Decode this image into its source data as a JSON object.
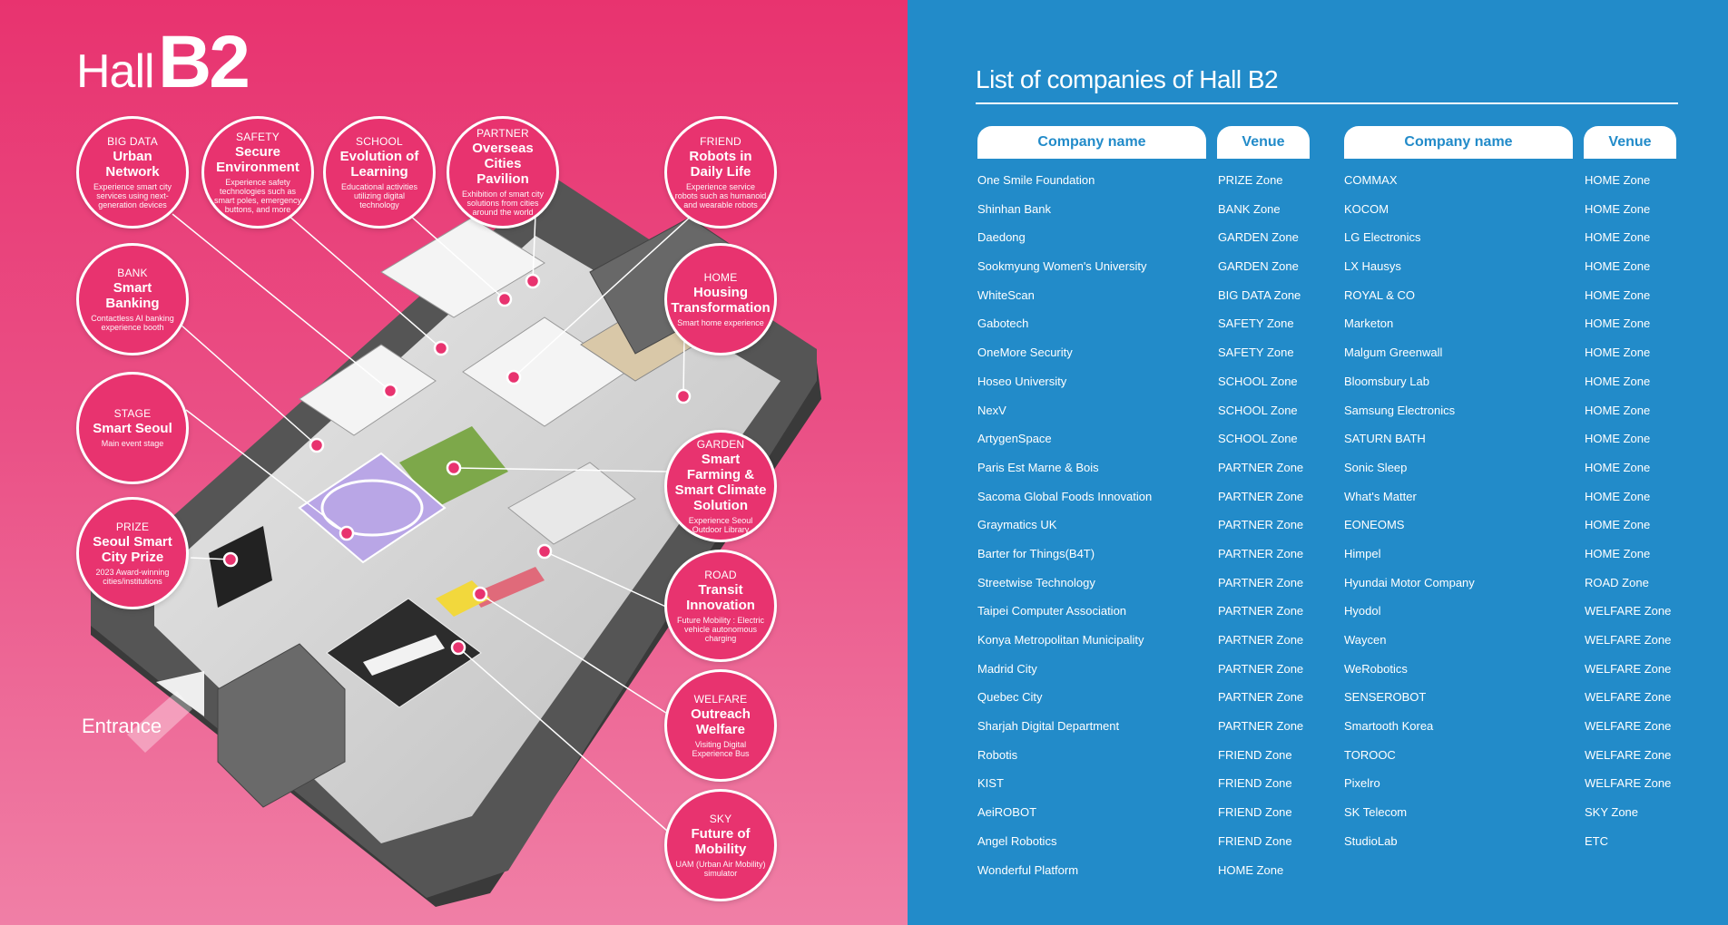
{
  "left": {
    "title_prefix": "Hall",
    "title_main": "B2",
    "entrance": "Entrance"
  },
  "zones": [
    {
      "category": "BIG DATA",
      "title": "Urban Network",
      "desc": "Experience smart city services using next-generation devices"
    },
    {
      "category": "SAFETY",
      "title": "Secure Environment",
      "desc": "Experience safety technologies such as smart poles, emergency buttons, and more"
    },
    {
      "category": "SCHOOL",
      "title": "Evolution of Learning",
      "desc": "Educational activities utilizing digital technology"
    },
    {
      "category": "PARTNER",
      "title": "Overseas Cities Pavilion",
      "desc": "Exhibition of smart city solutions from cities around the world"
    },
    {
      "category": "FRIEND",
      "title": "Robots in Daily Life",
      "desc": "Experience service robots such as humanoid and wearable robots"
    },
    {
      "category": "BANK",
      "title": "Smart Banking",
      "desc": "Contactless AI banking experience booth"
    },
    {
      "category": "HOME",
      "title": "Housing Transformation",
      "desc": "Smart home experience"
    },
    {
      "category": "STAGE",
      "title": "Smart Seoul",
      "desc": "Main event stage"
    },
    {
      "category": "GARDEN",
      "title": "Smart Farming & Smart Climate Solution",
      "desc": "Experience Seoul Outdoor Library"
    },
    {
      "category": "PRIZE",
      "title": "Seoul Smart City Prize",
      "desc": "2023 Award-winning cities/institutions"
    },
    {
      "category": "ROAD",
      "title": "Transit Innovation",
      "desc": "Future Mobility : Electric vehicle autonomous charging"
    },
    {
      "category": "WELFARE",
      "title": "Outreach Welfare",
      "desc": "Visiting Digital Experience Bus"
    },
    {
      "category": "SKY",
      "title": "Future of Mobility",
      "desc": "UAM (Urban Air Mobility) simulator"
    }
  ],
  "right": {
    "title": "List of companies of Hall B2",
    "headers": {
      "company": "Company name",
      "venue": "Venue"
    },
    "left_companies": [
      "One Smile Foundation",
      "Shinhan Bank",
      "Daedong",
      "Sookmyung Women's University",
      "WhiteScan",
      "Gabotech",
      "OneMore Security",
      "Hoseo University",
      "NexV",
      "ArtygenSpace",
      "Paris Est Marne & Bois",
      "Sacoma Global Foods Innovation",
      "Graymatics UK",
      "Barter for Things(B4T)",
      "Streetwise Technology",
      "Taipei Computer Association",
      "Konya Metropolitan Municipality",
      "Madrid City",
      "Quebec City",
      "Sharjah Digital Department",
      "Robotis",
      "KIST",
      "AeiROBOT",
      "Angel Robotics",
      "Wonderful Platform"
    ],
    "left_venues": [
      "PRIZE Zone",
      "BANK Zone",
      "GARDEN Zone",
      "GARDEN Zone",
      "BIG DATA Zone",
      "SAFETY Zone",
      "SAFETY Zone",
      "SCHOOL Zone",
      "SCHOOL Zone",
      "SCHOOL Zone",
      "PARTNER Zone",
      "PARTNER Zone",
      "PARTNER Zone",
      "PARTNER Zone",
      "PARTNER Zone",
      "PARTNER Zone",
      "PARTNER Zone",
      "PARTNER Zone",
      "PARTNER Zone",
      "PARTNER Zone",
      "FRIEND Zone",
      "FRIEND Zone",
      "FRIEND Zone",
      "FRIEND Zone",
      "HOME Zone"
    ],
    "right_companies": [
      "COMMAX",
      "KOCOM",
      "LG Electronics",
      "LX Hausys",
      "ROYAL & CO",
      "Marketon",
      "Malgum Greenwall",
      "Bloomsbury Lab",
      "Samsung Electronics",
      "SATURN BATH",
      "Sonic Sleep",
      "What's Matter",
      "EONEOMS",
      "Himpel",
      "Hyundai Motor Company",
      "Hyodol",
      "Waycen",
      "WeRobotics",
      "SENSEROBOT",
      "Smartooth Korea",
      "TOROOC",
      "Pixelro",
      "SK Telecom",
      "StudioLab"
    ],
    "right_venues": [
      "HOME Zone",
      "HOME Zone",
      "HOME Zone",
      "HOME Zone",
      "HOME Zone",
      "HOME Zone",
      "HOME Zone",
      "HOME Zone",
      "HOME Zone",
      "HOME Zone",
      "HOME Zone",
      "HOME Zone",
      "HOME Zone",
      "HOME Zone",
      "ROAD Zone",
      "WELFARE Zone",
      "WELFARE Zone",
      "WELFARE Zone",
      "WELFARE Zone",
      "WELFARE Zone",
      "WELFARE Zone",
      "WELFARE Zone",
      "SKY Zone",
      "ETC"
    ]
  }
}
